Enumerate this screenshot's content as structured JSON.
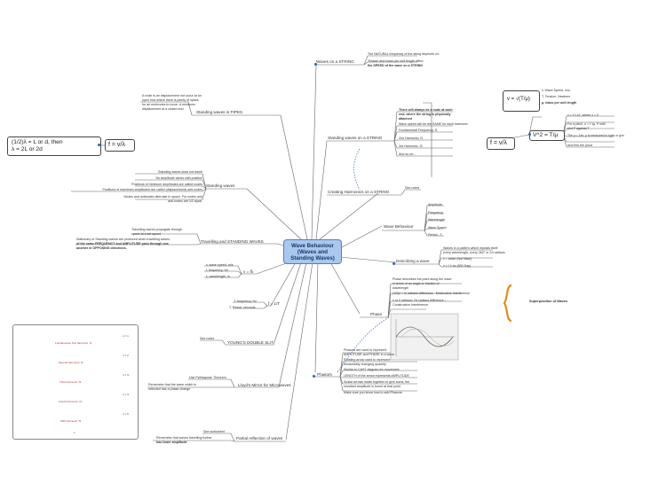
{
  "central": "Wave Behaviour\n(Waves and\nStanding Waves)",
  "branches": {
    "waves_string": {
      "label": "Waves on a STRING",
      "notes": [
        "The NATURAL frequency of the string depends on:",
        "Tension and mass per unit length affect",
        "the SPEED of the wave on a STRING"
      ]
    },
    "standing_pipes": {
      "label": "Standing waves in PIPES",
      "notes": [
        "A node is an displacement not occur at an",
        "open end where there is plenty of space",
        "for air molecules to move. A minimum",
        "displacement at a closed end."
      ]
    },
    "standing_string": {
      "label": "Standing waves on a STRING",
      "notes": [
        "There will always be a node at each",
        "end, where the string is physically",
        "attached",
        "Wave speed will be the SAME for each harmonic",
        "Fundamental Frequency, f1",
        "2nd Harmonic, f2",
        "3rd Harmonic, f3",
        "And so on..."
      ]
    },
    "creating_harmonics": {
      "label": "Creating Harmonics on a STRING",
      "note": "See notes"
    },
    "standing_waves": {
      "label": "Standing waves",
      "notes": [
        "Standing waves does not travel",
        "No amplitude varies with position",
        "Positions of minimum amplitudes are called nodes",
        "Positions of maximum amplitudes are called (displacement) anti-nodes",
        "Nodes and antinodes alternate in space. For nodes and",
        "anti-nodes are λ/2 apart."
      ]
    },
    "wave_behaviour": {
      "label": "Wave Behaviour",
      "items": [
        "Amplitude",
        "Frequency",
        "Wavelength",
        "Wave Speed",
        "Period - T"
      ]
    },
    "travelling": {
      "label": "Travelling and STANDING WAVES",
      "notes": [
        "Travelling waves propagate through",
        "space at a set speed",
        "Stationary or Standing waves are produced when travelling waves",
        "of the same FREQUENCY and AMPLITUDE pass through one",
        "another in OPPOSING directions."
      ]
    },
    "describing": {
      "label": "Describing a wave",
      "notes": [
        "Waves in a pattern which repeats itself",
        "every wavelength, every 360° or 2π radians",
        "c = wave (Not Mark)",
        "v = f λ as (800 Day)"
      ]
    },
    "v_eq": {
      "label": "v = fλ",
      "notes": [
        "v, wave speed, m/s",
        "f, frequency, Hz",
        "λ, wavelength, m"
      ]
    },
    "f_eq": {
      "label": "f = 1/T",
      "notes": [
        "f, frequency, Hz",
        "T, Period, seconds"
      ]
    },
    "phase": {
      "label": "Phase",
      "notes": [
        "Phase describes the point along the wave",
        "in terms of an angle or fraction of",
        "wavelength",
        "(1/2)λ = in radians difference - Destructive Interference",
        "λ or 0 radians/ 2π radians difference -",
        "Constructive Interference"
      ]
    },
    "youngs": {
      "label": "YOUNG'S DOUBLE SLIT",
      "note": "See notes"
    },
    "phasors": {
      "label": "Phasors",
      "notes": [
        "Phasors are used to represent",
        "AMPLITUDE and PHASE in a wave",
        "Rotating arrow used to represent",
        "sinusoidally changing quantity",
        "Similar to CAST diagram for movement",
        "LENGTH of the arrow represents AMPLITUDE",
        "Scalar arrows made together to give sums, the",
        "resultant amplitude is found at that point",
        "Make sure you know how to add Phasors"
      ]
    },
    "lloyds": {
      "label": "Lloyd's Mirror for Microwaves",
      "notes": [
        "Use Pythagoras' Theorem",
        "Remember that the wave which is",
        "reflected has a phase change"
      ]
    },
    "partial": {
      "label": "Partial reflection of waves",
      "notes": [
        "See worksheet",
        "Remember that waves travelling further",
        "has lower amplitude"
      ]
    }
  },
  "sidebars": {
    "pipe_condition": "(1/2)λ = L or d, then\nλ = 2L or 2d",
    "pipe_eq": "f = v/λ",
    "string_eq": "f = v/λ",
    "tension_eq": "V^2 = T/μ",
    "tension_formula_top": "v = √(T/μ)",
    "tension_notes": [
      "v, Wave Speed, m/s",
      "T, Tension, Newtons",
      "μ, mass per unit length",
      "v = f λ x2, where λ = 0",
      "For a pitch, n = f 1μ, f² with",
      "plot f² against T",
      "The μ = 1/m, μ is measured in kg/m or g/m",
      "And this the proof"
    ],
    "superposition": "Superposition of Waves",
    "harmonics_figure": {
      "labels": [
        "Fundamental, first harmonic, f1",
        "Second harmonic, f2",
        "Third harmonic, f3",
        "Fourth harmonic, f4",
        "Fifth harmonic, f5"
      ],
      "n_labels": [
        "n = 1",
        "n = 2",
        "n = 3",
        "n = 4",
        "n = 5"
      ],
      "L": "L"
    }
  },
  "colors": {
    "central_fill": "#a9c8ee",
    "central_border": "#4f7fc0",
    "line": "#666666",
    "dotted": "#2f63b3",
    "brace": "#e38a1c"
  }
}
